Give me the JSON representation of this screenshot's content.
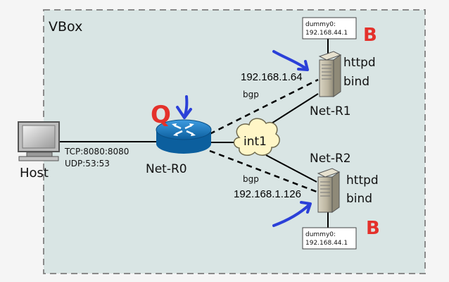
{
  "diagram": {
    "container_label": "VBox",
    "host": {
      "label": "Host",
      "port_line1": "TCP:8080:8080",
      "port_line2": "UDP:53:53"
    },
    "router": {
      "label": "Net-R0"
    },
    "cloud": {
      "label": "int1"
    },
    "servers": [
      {
        "label": "Net-R1",
        "services_line1": "httpd",
        "services_line2": "bind",
        "ip": "192.168.1.64",
        "dummy_line1": "dummy0:",
        "dummy_line2": "192.168.44.1"
      },
      {
        "label": "Net-R2",
        "services_line1": "httpd",
        "services_line2": "bind",
        "ip": "192.168.1.126",
        "dummy_line1": "dummy0:",
        "dummy_line2": "192.168.44.1"
      }
    ],
    "links": {
      "bgp_upper": "bgp",
      "bgp_lower": "bgp"
    },
    "annotations": {
      "router_mark": "Q",
      "server1_mark": "B",
      "server2_mark": "B"
    },
    "colors": {
      "background": "#d9e5e4",
      "border": "#8a8a8a",
      "router": "#1f77b4",
      "cloud": "#fff6c7",
      "server": "#c8c2ae",
      "annotation_red": "#e4312b",
      "annotation_blue": "#2b40d8"
    }
  }
}
